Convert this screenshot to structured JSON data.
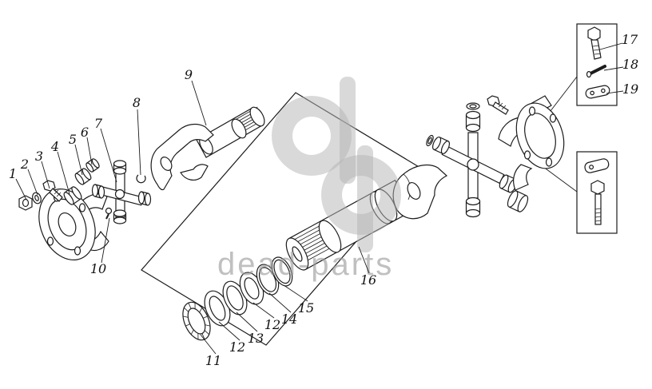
{
  "diagram": {
    "watermark_text": "dead-parts"
  },
  "colors": {
    "line": "#1c1c1c",
    "watermark_logo": "#b3b3b3",
    "watermark_text": "#9b9b9b",
    "background": "#ffffff"
  },
  "labels": [
    {
      "text": "1"
    },
    {
      "text": "2"
    },
    {
      "text": "3"
    },
    {
      "text": "4"
    },
    {
      "text": "5"
    },
    {
      "text": "6"
    },
    {
      "text": "7"
    },
    {
      "text": "8"
    },
    {
      "text": "9"
    },
    {
      "text": "10"
    },
    {
      "text": "11"
    },
    {
      "text": "12"
    },
    {
      "text": "13"
    },
    {
      "text": "12"
    },
    {
      "text": "14"
    },
    {
      "text": "15"
    },
    {
      "text": "16"
    },
    {
      "text": "17"
    },
    {
      "text": "18"
    },
    {
      "text": "19"
    }
  ]
}
